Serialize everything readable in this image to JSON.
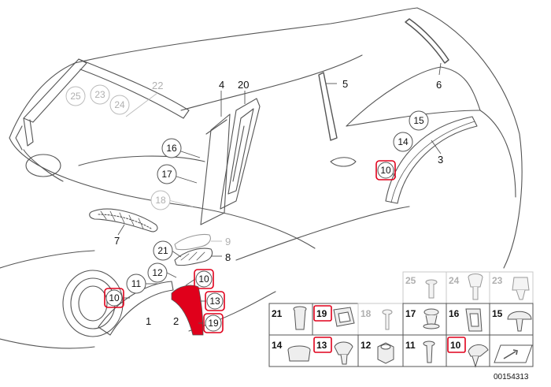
{
  "diagram": {
    "doc_number": "00154313",
    "part_labels": [
      "1",
      "2",
      "3",
      "4",
      "5",
      "6",
      "7",
      "8",
      "9",
      "20",
      "22"
    ],
    "callouts": [
      "25",
      "23",
      "24",
      "16",
      "17",
      "18",
      "15",
      "14",
      "10",
      "21",
      "11",
      "12",
      "10",
      "10",
      "13",
      "19"
    ],
    "grid_labels": [
      "25",
      "24",
      "23",
      "21",
      "19",
      "18",
      "17",
      "16",
      "15",
      "14",
      "13",
      "12",
      "11",
      "10"
    ]
  },
  "colors": {
    "line": "#555555",
    "faded_line": "#b8b8b8",
    "highlight": "#e0001b",
    "text": "#111111",
    "faded_text": "#b0b0b0"
  }
}
